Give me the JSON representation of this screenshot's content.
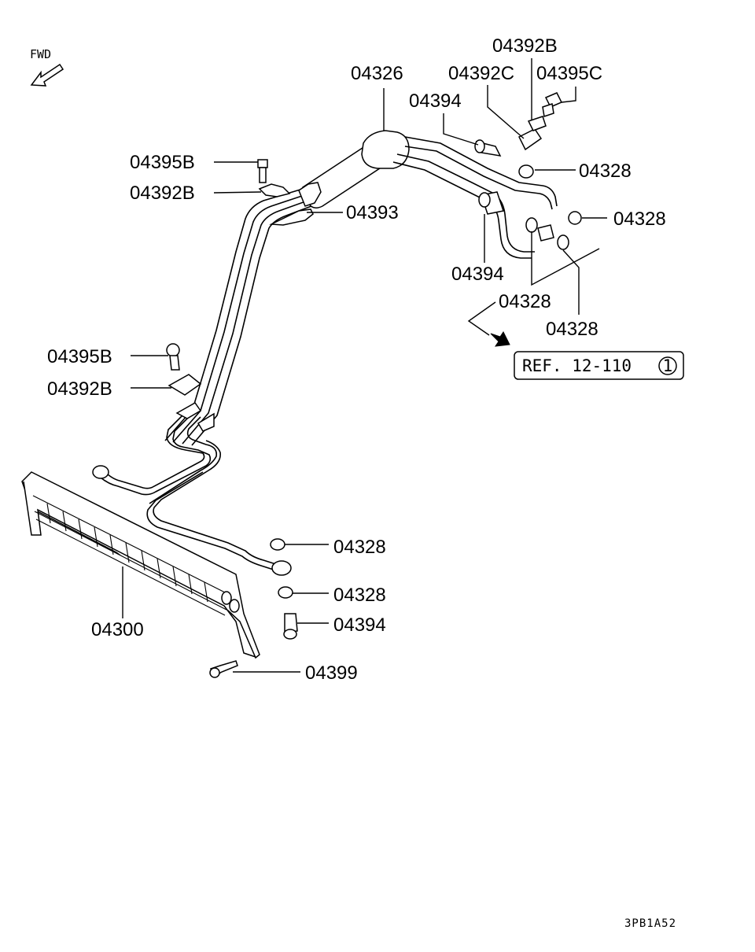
{
  "diagram": {
    "fwd_label": "FWD",
    "reference": {
      "text": "REF. 12-110",
      "number": "1"
    },
    "figure_code": "3PB1A52",
    "labels": {
      "p04392B_top": "04392B",
      "p04392C": "04392C",
      "p04395C": "04395C",
      "p04326": "04326",
      "p04394_top": "04394",
      "p04395B_top": "04395B",
      "p04392B_mid": "04392B",
      "p04393": "04393",
      "p04328_a": "04328",
      "p04328_b": "04328",
      "p04394_mid": "04394",
      "p04328_c": "04328",
      "p04328_d": "04328",
      "p04395B_low": "04395B",
      "p04392B_low": "04392B",
      "p04328_e": "04328",
      "p04328_f": "04328",
      "p04394_low": "04394",
      "p04300": "04300",
      "p04399": "04399"
    }
  }
}
